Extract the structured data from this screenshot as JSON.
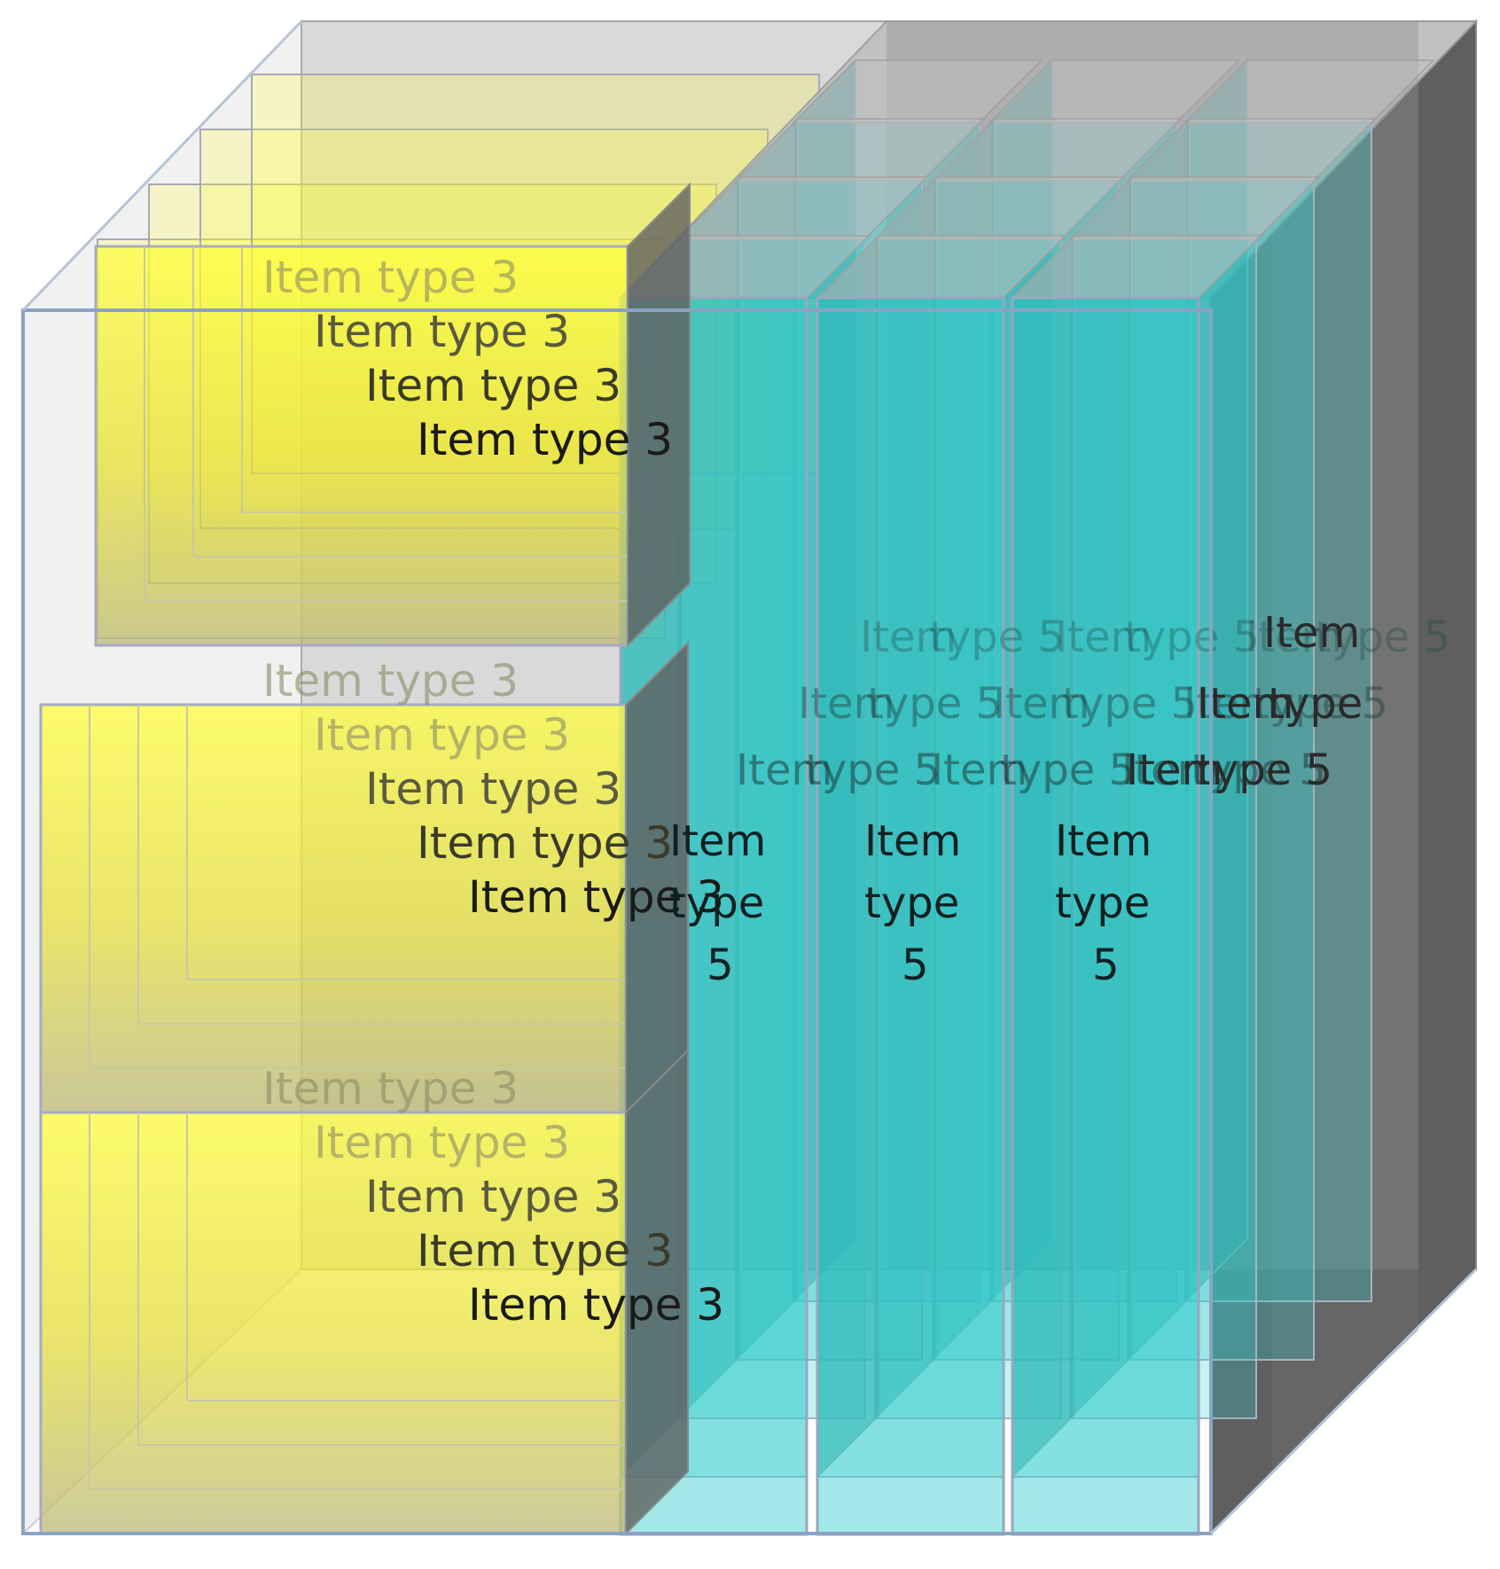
{
  "diagram": {
    "yellow_label": "Item type 3",
    "cyan_label_line1": "Item",
    "cyan_label_line2": "type",
    "cyan_label_line3": "5",
    "cyan_label_split_line1": "Item",
    "cyan_label_split_line2": "type 5",
    "colors": {
      "yellow": "#ffff33",
      "cyan": "#33cccc",
      "grey": "#7f7f7f",
      "frame": "#8aa3c4"
    }
  }
}
